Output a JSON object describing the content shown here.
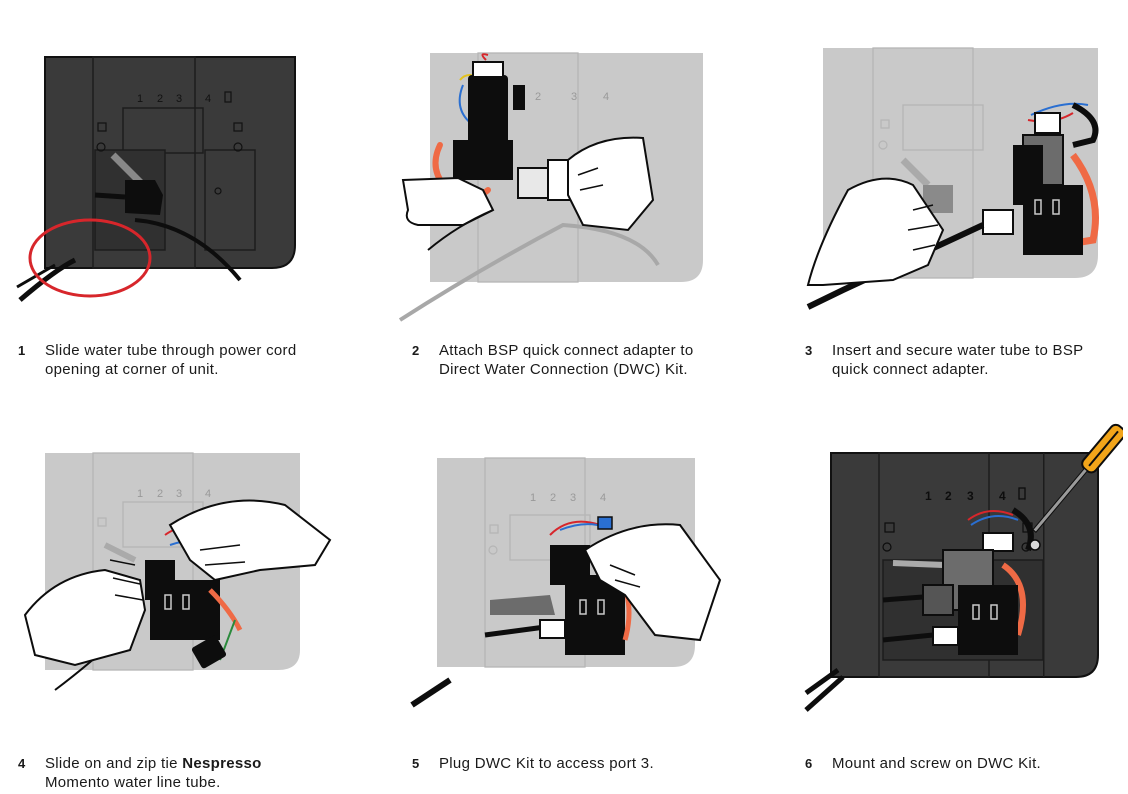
{
  "steps": [
    {
      "number": "1",
      "text": "Slide water tube through power cord opening at corner of unit."
    },
    {
      "number": "2",
      "text": "Attach BSP quick connect adapter to Direct Water Connection (DWC) Kit."
    },
    {
      "number": "3",
      "text": "Insert and secure water tube to BSP quick connect adapter."
    },
    {
      "number": "4",
      "text_before": "Slide on and zip tie ",
      "text_bold": "Nespresso",
      "text_after": " Momento water line tube."
    },
    {
      "number": "5",
      "text": "Plug DWC Kit to access port 3."
    },
    {
      "number": "6",
      "text": "Mount and screw on DWC Kit."
    }
  ],
  "port_labels": [
    "1",
    "2",
    "3",
    "4"
  ],
  "colors": {
    "dark_panel": "#3a3a3a",
    "light_panel": "#c9c9c9",
    "highlight_circle": "#d7262b",
    "tube_orange": "#ef6a45",
    "screwdriver_handle": "#f2a51a"
  }
}
